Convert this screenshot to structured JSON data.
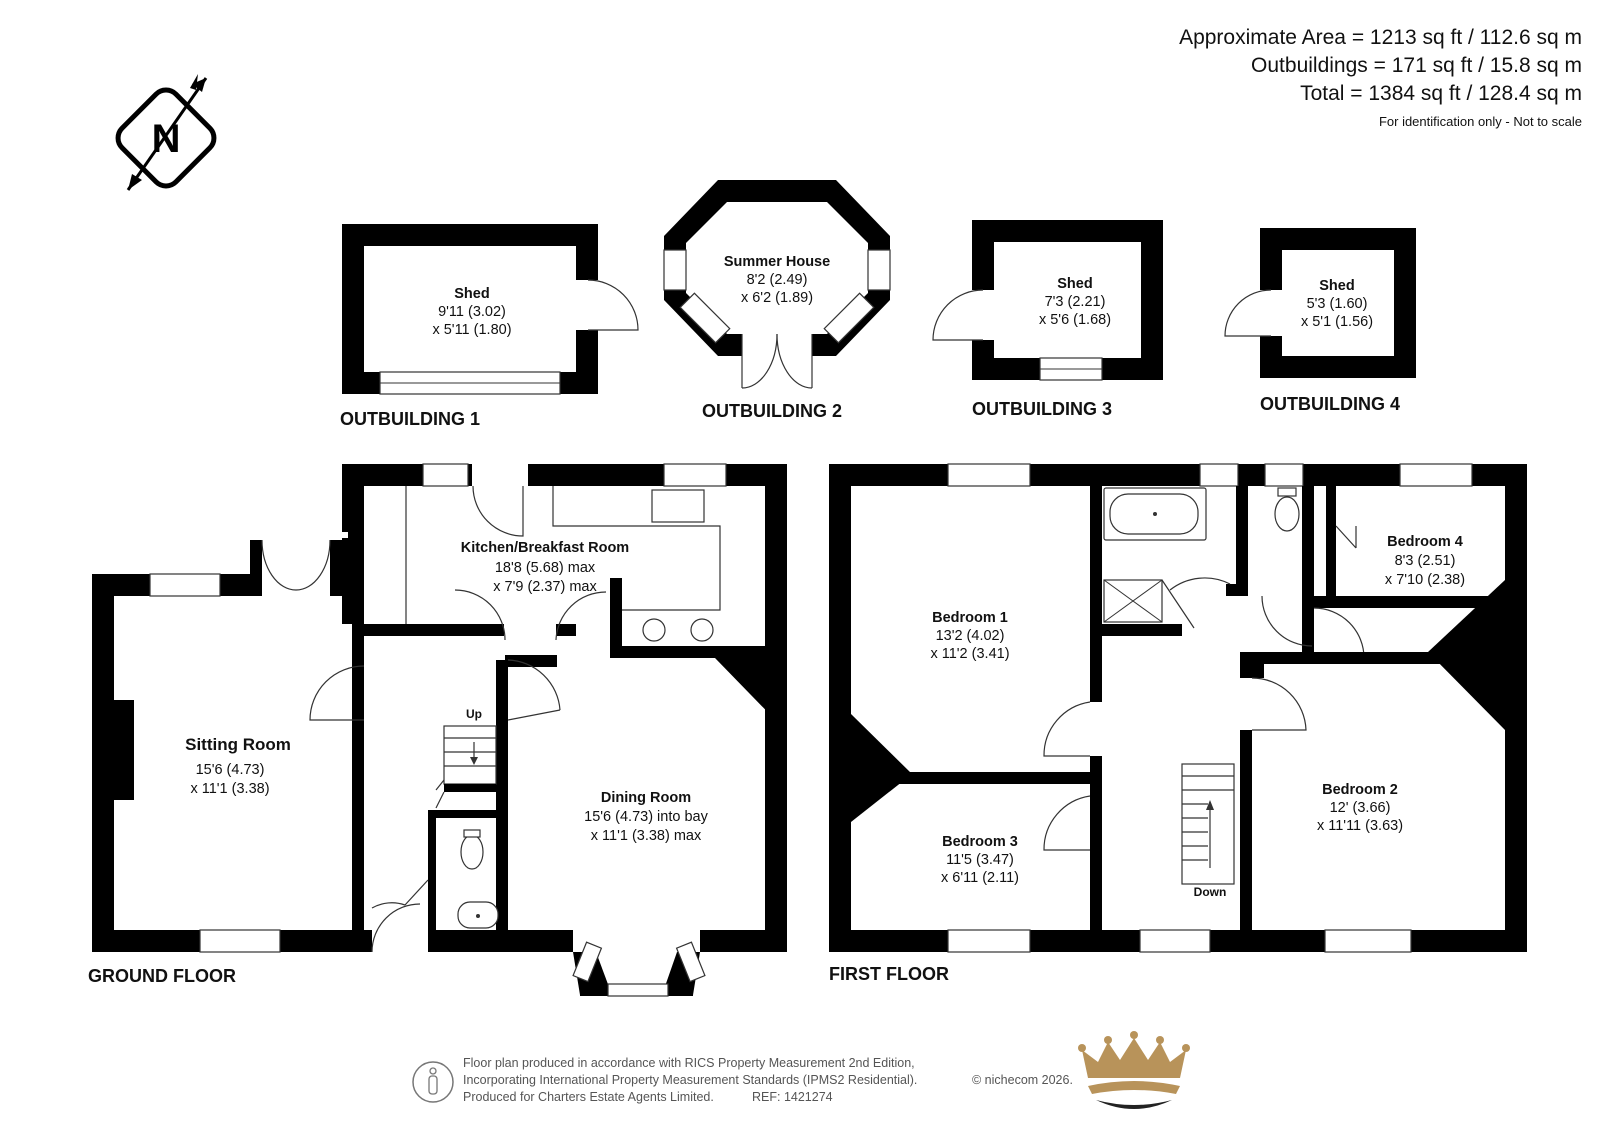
{
  "areas": {
    "approx": "Approximate Area = 1213  sq ft / 112.6 sq m",
    "outbuildings": "Outbuildings = 171 sq ft / 15.8 sq m",
    "total": "Total = 1384 sq ft / 128.4 sq m",
    "note": "For identification only - Not to scale"
  },
  "compass": {
    "letter": "N",
    "icon": "north-compass-icon"
  },
  "outbuildings": [
    {
      "label": "OUTBUILDING 1",
      "name": "Shed",
      "dim1": "9'11 (3.02)",
      "dim2": "x 5'11 (1.80)"
    },
    {
      "label": "OUTBUILDING 2",
      "name": "Summer House",
      "dim1": "8'2 (2.49)",
      "dim2": "x 6'2 (1.89)"
    },
    {
      "label": "OUTBUILDING 3",
      "name": "Shed",
      "dim1": "7'3 (2.21)",
      "dim2": "x 5'6 (1.68)"
    },
    {
      "label": "OUTBUILDING 4",
      "name": "Shed",
      "dim1": "5'3 (1.60)",
      "dim2": "x 5'1 (1.56)"
    }
  ],
  "ground_floor": {
    "label": "GROUND FLOOR",
    "stairs": "Up",
    "rooms": {
      "kitchen": {
        "name": "Kitchen/Breakfast Room",
        "dim1": "18'8 (5.68) max",
        "dim2": "x 7'9 (2.37) max"
      },
      "sitting": {
        "name": "Sitting Room",
        "dim1": "15'6 (4.73)",
        "dim2": "x 11'1 (3.38)"
      },
      "dining": {
        "name": "Dining Room",
        "dim1": "15'6 (4.73) into bay",
        "dim2": "x 11'1 (3.38) max"
      }
    }
  },
  "first_floor": {
    "label": "FIRST FLOOR",
    "stairs": "Down",
    "rooms": {
      "bedroom1": {
        "name": "Bedroom 1",
        "dim1": "13'2 (4.02)",
        "dim2": "x 11'2 (3.41)"
      },
      "bedroom2": {
        "name": "Bedroom 2",
        "dim1": "12' (3.66)",
        "dim2": "x 11'11 (3.63)"
      },
      "bedroom3": {
        "name": "Bedroom 3",
        "dim1": "11'5 (3.47)",
        "dim2": "x 6'11 (2.11)"
      },
      "bedroom4": {
        "name": "Bedroom 4",
        "dim1": "8'3 (2.51)",
        "dim2": "x 7'10 (2.38)"
      }
    }
  },
  "footer": {
    "line1": "Floor plan produced in accordance with RICS Property Measurement 2nd Edition,",
    "line2": "Incorporating International Property Measurement Standards (IPMS2 Residential).",
    "line3": "Produced for Charters Estate Agents Limited.",
    "ref": "REF: 1421274",
    "copyright": "© nichecom 2026.",
    "icon": "person-icon",
    "logo": "crown-logo"
  }
}
